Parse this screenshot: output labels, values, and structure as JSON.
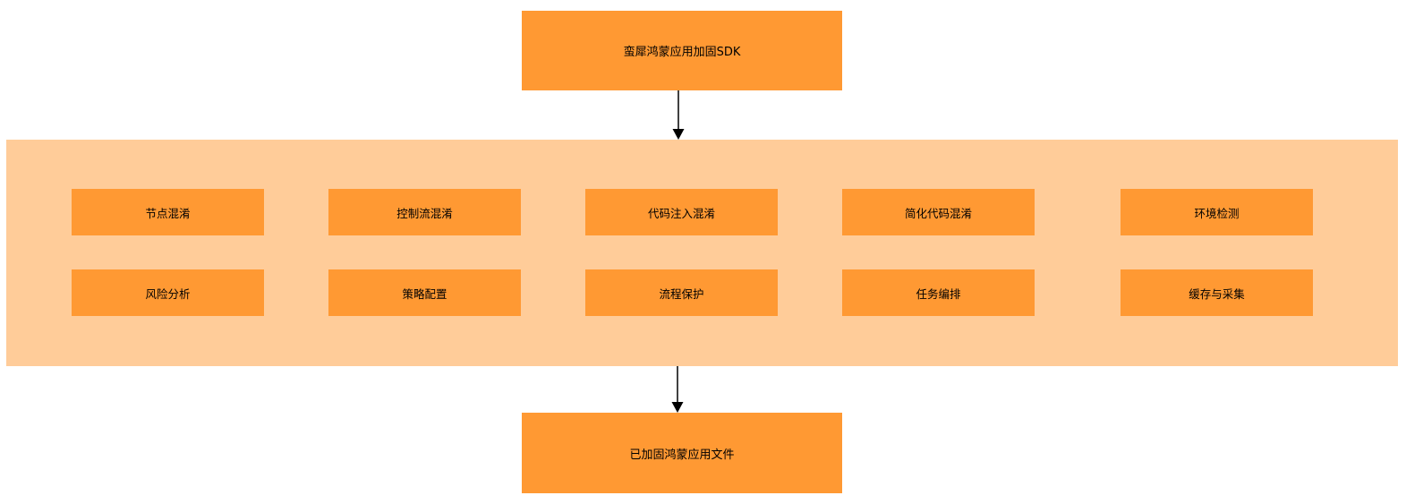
{
  "diagram": {
    "top_node": {
      "label": "蛮犀鸿蒙应用加固SDK"
    },
    "bottom_node": {
      "label": "已加固鸿蒙应用文件"
    },
    "modules": {
      "row1": [
        "节点混淆",
        "控制流混淆",
        "代码注入混淆",
        "简化代码混淆",
        "环境检测"
      ],
      "row2": [
        "风险分析",
        "策略配置",
        "流程保护",
        "任务编排",
        "缓存与采集"
      ]
    },
    "colors": {
      "node_fill": "#FF9933",
      "container_fill": "#FFCC99",
      "arrow": "#000000",
      "text": "#000000",
      "background": "#FFFFFF"
    }
  }
}
